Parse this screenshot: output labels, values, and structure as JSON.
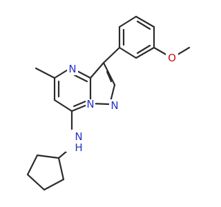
{
  "molecule": {
    "atoms": {
      "n4": "N",
      "n_bridge": "N",
      "n1": "N",
      "amine_n": "N",
      "amine_h": "H",
      "methoxy_o": "O"
    },
    "colors": {
      "bond": "#2b2b2b",
      "nitrogen": "#2233cc",
      "oxygen": "#cc1111",
      "background": "#ffffff"
    }
  }
}
